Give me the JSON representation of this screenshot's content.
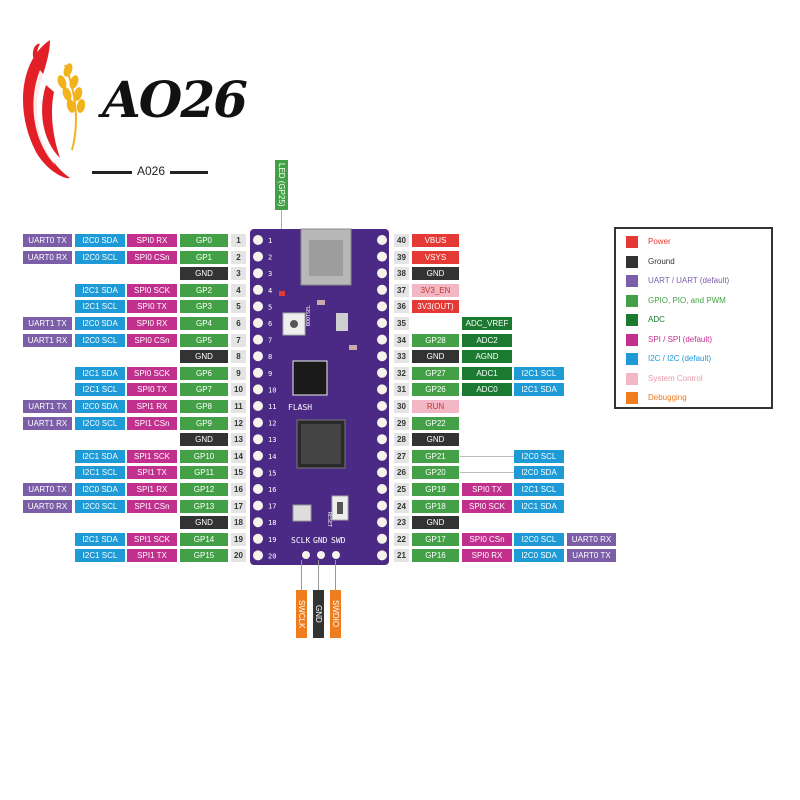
{
  "logo": {
    "brand": "AO26",
    "caption": "A026"
  },
  "colors": {
    "Power": "#e53935",
    "Ground": "#333333",
    "UART": "#7b5ea7",
    "GPIO": "#43a047",
    "ADC": "#1b7a2f",
    "SPI": "#c0308c",
    "I2C": "#1e9ad6",
    "SystemControl": "#f2b6c4",
    "Debugging": "#ef7d1e",
    "board": "#4b2a86"
  },
  "led_label": "LED (GP25)",
  "board": {
    "bootsel": "BOOTSEL",
    "flash": "FLASH",
    "reset": "RESET",
    "bottom": [
      "SCLK",
      "GND",
      "SWD"
    ]
  },
  "left": [
    {
      "pin": "1",
      "gp": "GP0",
      "f1": "SPI0 RX",
      "f2": "I2C0 SDA",
      "f3": "UART0 TX"
    },
    {
      "pin": "2",
      "gp": "GP1",
      "f1": "SPI0 CSn",
      "f2": "I2C0 SCL",
      "f3": "UART0 RX"
    },
    {
      "pin": "3",
      "gp": "GND",
      "ground": true
    },
    {
      "pin": "4",
      "gp": "GP2",
      "f1": "SPI0 SCK",
      "f2": "I2C1 SDA"
    },
    {
      "pin": "5",
      "gp": "GP3",
      "f1": "SPI0 TX",
      "f2": "I2C1 SCL"
    },
    {
      "pin": "6",
      "gp": "GP4",
      "f1": "SPI0 RX",
      "f2": "I2C0 SDA",
      "f3": "UART1 TX"
    },
    {
      "pin": "7",
      "gp": "GP5",
      "f1": "SPI0 CSn",
      "f2": "I2C0 SCL",
      "f3": "UART1 RX"
    },
    {
      "pin": "8",
      "gp": "GND",
      "ground": true
    },
    {
      "pin": "9",
      "gp": "GP6",
      "f1": "SPI0 SCK",
      "f2": "I2C1 SDA"
    },
    {
      "pin": "10",
      "gp": "GP7",
      "f1": "SPI0 TX",
      "f2": "I2C1 SCL"
    },
    {
      "pin": "11",
      "gp": "GP8",
      "f1": "SPI1 RX",
      "f2": "I2C0 SDA",
      "f3": "UART1 TX"
    },
    {
      "pin": "12",
      "gp": "GP9",
      "f1": "SPI1 CSn",
      "f2": "I2C0 SCL",
      "f3": "UART1 RX"
    },
    {
      "pin": "13",
      "gp": "GND",
      "ground": true
    },
    {
      "pin": "14",
      "gp": "GP10",
      "f1": "SPI1 SCK",
      "f2": "I2C1 SDA"
    },
    {
      "pin": "15",
      "gp": "GP11",
      "f1": "SPI1 TX",
      "f2": "I2C1 SCL"
    },
    {
      "pin": "16",
      "gp": "GP12",
      "f1": "SPI1 RX",
      "f2": "I2C0 SDA",
      "f3": "UART0 TX"
    },
    {
      "pin": "17",
      "gp": "GP13",
      "f1": "SPI1 CSn",
      "f2": "I2C0 SCL",
      "f3": "UART0 RX"
    },
    {
      "pin": "18",
      "gp": "GND",
      "ground": true
    },
    {
      "pin": "19",
      "gp": "GP14",
      "f1": "SPI1 SCK",
      "f2": "I2C1 SDA"
    },
    {
      "pin": "20",
      "gp": "GP15",
      "f1": "SPI1 TX",
      "f2": "I2C1 SCL"
    }
  ],
  "right": [
    {
      "pin": "40",
      "main": "VBUS",
      "type": "Power"
    },
    {
      "pin": "39",
      "main": "VSYS",
      "type": "Power"
    },
    {
      "pin": "38",
      "main": "GND",
      "type": "Ground"
    },
    {
      "pin": "37",
      "main": "3V3_EN",
      "type": "SystemControl"
    },
    {
      "pin": "36",
      "main": "3V3(OUT)",
      "type": "Power"
    },
    {
      "pin": "35",
      "main": "",
      "type": "none",
      "r1": "ADC_VREF",
      "r1type": "ADC"
    },
    {
      "pin": "34",
      "main": "GP28",
      "type": "GPIO",
      "r1": "ADC2",
      "r1type": "ADC"
    },
    {
      "pin": "33",
      "main": "GND",
      "type": "Ground",
      "r1": "AGND",
      "r1type": "ADC"
    },
    {
      "pin": "32",
      "main": "GP27",
      "type": "GPIO",
      "r1": "ADC1",
      "r1type": "ADC",
      "r2": "I2C1 SCL",
      "r2type": "I2C"
    },
    {
      "pin": "31",
      "main": "GP26",
      "type": "GPIO",
      "r1": "ADC0",
      "r1type": "ADC",
      "r2": "I2C1 SDA",
      "r2type": "I2C"
    },
    {
      "pin": "30",
      "main": "RUN",
      "type": "SystemControl"
    },
    {
      "pin": "29",
      "main": "GP22",
      "type": "GPIO"
    },
    {
      "pin": "28",
      "main": "GND",
      "type": "Ground"
    },
    {
      "pin": "27",
      "main": "GP21",
      "type": "GPIO",
      "r2": "I2C0 SCL",
      "r2type": "I2C"
    },
    {
      "pin": "26",
      "main": "GP20",
      "type": "GPIO",
      "r2": "I2C0 SDA",
      "r2type": "I2C"
    },
    {
      "pin": "25",
      "main": "GP19",
      "type": "GPIO",
      "r1": "SPI0 TX",
      "r1type": "SPI",
      "r2": "I2C1 SCL",
      "r2type": "I2C"
    },
    {
      "pin": "24",
      "main": "GP18",
      "type": "GPIO",
      "r1": "SPI0 SCK",
      "r1type": "SPI",
      "r2": "I2C1 SDA",
      "r2type": "I2C"
    },
    {
      "pin": "23",
      "main": "GND",
      "type": "Ground"
    },
    {
      "pin": "22",
      "main": "GP17",
      "type": "GPIO",
      "r1": "SPI0 CSn",
      "r1type": "SPI",
      "r2": "I2C0 SCL",
      "r2type": "I2C",
      "r3": "UART0 RX",
      "r3type": "UART"
    },
    {
      "pin": "21",
      "main": "GP16",
      "type": "GPIO",
      "r1": "SPI0 RX",
      "r1type": "SPI",
      "r2": "I2C0 SDA",
      "r2type": "I2C",
      "r3": "UART0 TX",
      "r3type": "UART"
    }
  ],
  "debug_pins": [
    "SWCLK",
    "GND",
    "SWDIO"
  ],
  "legend": [
    {
      "key": "Power",
      "text": "Power"
    },
    {
      "key": "Ground",
      "text": "Ground"
    },
    {
      "key": "UART",
      "text": "UART / UART (default)"
    },
    {
      "key": "GPIO",
      "text": "GPIO, PIO, and PWM"
    },
    {
      "key": "ADC",
      "text": "ADC"
    },
    {
      "key": "SPI",
      "text": "SPI / SPI (default)"
    },
    {
      "key": "I2C",
      "text": "I2C / I2C (default)"
    },
    {
      "key": "SystemControl",
      "text": "System Control"
    },
    {
      "key": "Debugging",
      "text": "Debugging"
    }
  ]
}
